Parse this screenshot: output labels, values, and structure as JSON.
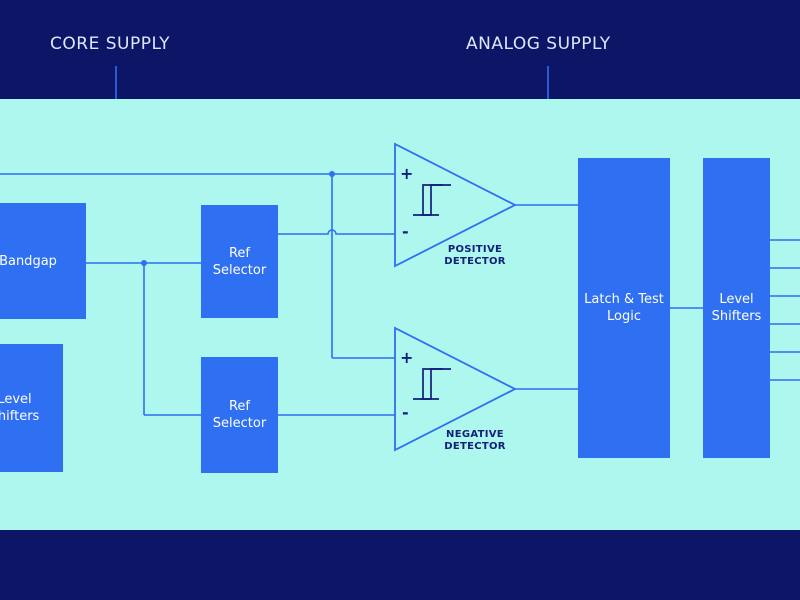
{
  "supplies": {
    "core": "CORE SUPPLY",
    "analog": "ANALOG SUPPLY"
  },
  "blocks": {
    "bandgap": "Bandgap",
    "level_shifters_left": "Level\nShifters",
    "ref_selector_top": "Ref\nSelector",
    "ref_selector_bottom": "Ref\nSelector",
    "latch_test_logic": "Latch & Test\nLogic",
    "level_shifters_right": "Level\nShifters"
  },
  "detectors": {
    "positive": "POSITIVE\nDETECTOR",
    "negative": "NEGATIVE\nDETECTOR",
    "plus": "+",
    "minus": "-"
  },
  "colors": {
    "band": "#0d1666",
    "panel": "#aef7ee",
    "block": "#2f6ff2",
    "wire": "#2f6ff2",
    "label": "#12207a"
  }
}
